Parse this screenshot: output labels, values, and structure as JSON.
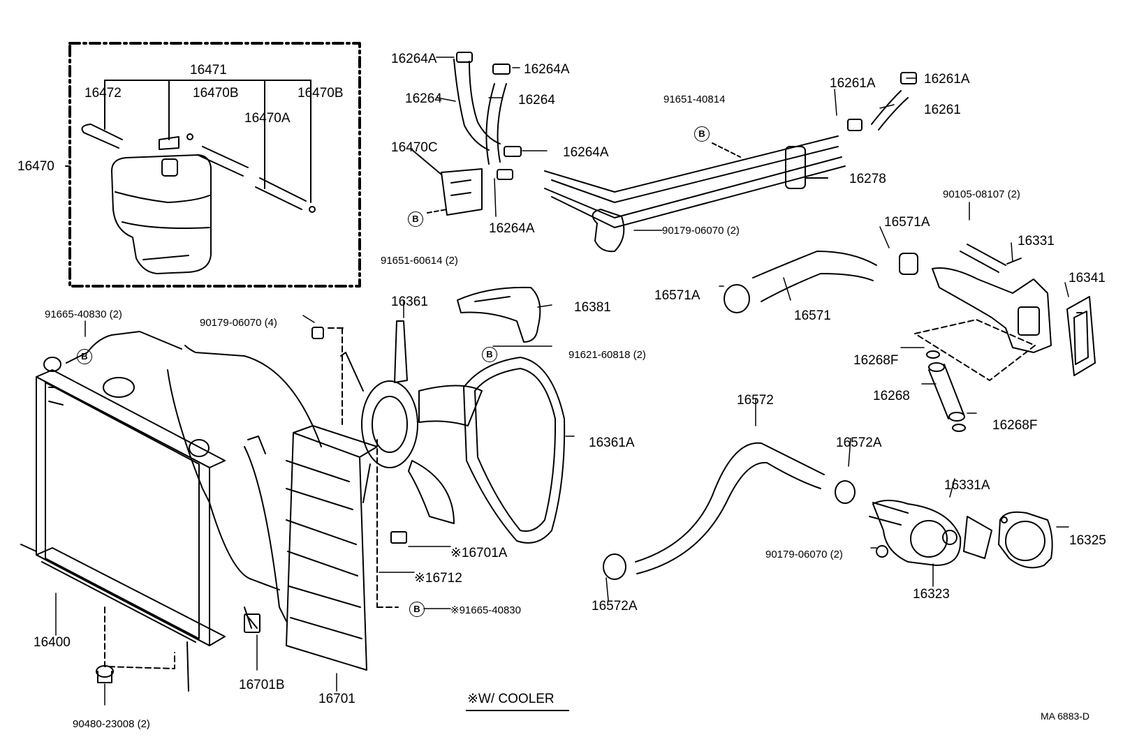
{
  "labels": {
    "p16470": "16470",
    "p16471": "16471",
    "p16472": "16472",
    "p16470B_1": "16470B",
    "p16470B_2": "16470B",
    "p16470A": "16470A",
    "p16264A_1": "16264A",
    "p16264A_2": "16264A",
    "p16264A_3": "16264A",
    "p16264A_4": "16264A",
    "p16264_1": "16264",
    "p16264_2": "16264",
    "p16470C": "16470C",
    "p91651_60614": "91651-60614 (2)",
    "p91651_40814": "91651-40814",
    "p16261A_1": "16261A",
    "p16261A_2": "16261A",
    "p16261": "16261",
    "p16278": "16278",
    "p90179_06070_a": "90179-06070 (2)",
    "p90105_08107": "90105-08107 (2)",
    "p16571A_1": "16571A",
    "p16571A_2": "16571A",
    "p16571": "16571",
    "p16331": "16331",
    "p16341": "16341",
    "p16268F_1": "16268F",
    "p16268": "16268",
    "p16268F_2": "16268F",
    "p91665_40830": "91665-40830 (2)",
    "p90179_06070_b": "90179-06070 (4)",
    "p16361": "16361",
    "p16381": "16381",
    "p91621_60818": "91621-60818 (2)",
    "p16361A": "16361A",
    "p16572": "16572",
    "p16572A_1": "16572A",
    "p16572A_2": "16572A",
    "p16331A": "16331A",
    "p16325": "16325",
    "p90179_06070_c": "90179-06070 (2)",
    "p16323": "16323",
    "p16701A": "※16701A",
    "p16712": "※16712",
    "p91665_40830_cooler": "※91665-40830",
    "p16400": "16400",
    "p16701B": "16701B",
    "p16701": "16701",
    "p90480_23008": "90480-23008 (2)"
  },
  "marker_letter": "B",
  "note": "※W/ COOLER",
  "figure_code": "MA  6883-D"
}
